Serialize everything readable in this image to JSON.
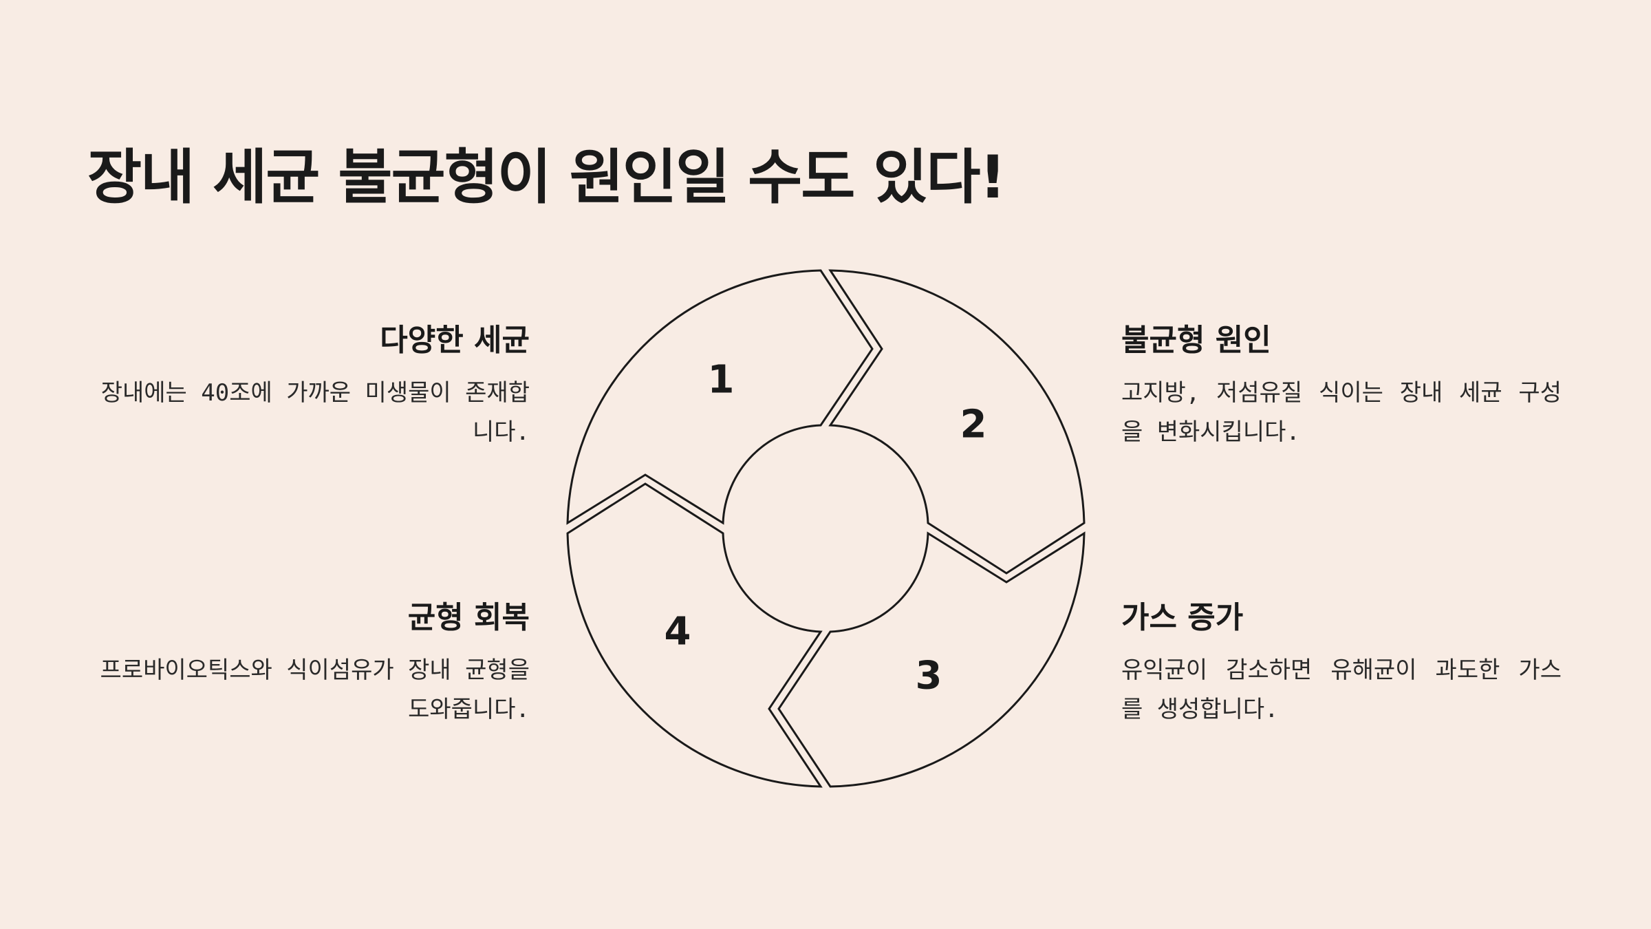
{
  "title": "장내 세균 불균형이 원인일 수도 있다!",
  "steps": [
    {
      "number": "1",
      "heading": "다양한 세균",
      "text": "장내에는 40조에 가까운 미생물이 존재합니다."
    },
    {
      "number": "2",
      "heading": "불균형 원인",
      "text": "고지방, 저섬유질 식이는 장내 세균 구성을 변화시킵니다."
    },
    {
      "number": "3",
      "heading": "가스 증가",
      "text": "유익균이 감소하면 유해균이 과도한 가스를 생성합니다."
    },
    {
      "number": "4",
      "heading": "균형 회복",
      "text": "프로바이오틱스와 식이섬유가 장내 균형을 도와줍니다."
    }
  ],
  "colors": {
    "background": "#f8ece4",
    "ink": "#1a1a1a"
  }
}
